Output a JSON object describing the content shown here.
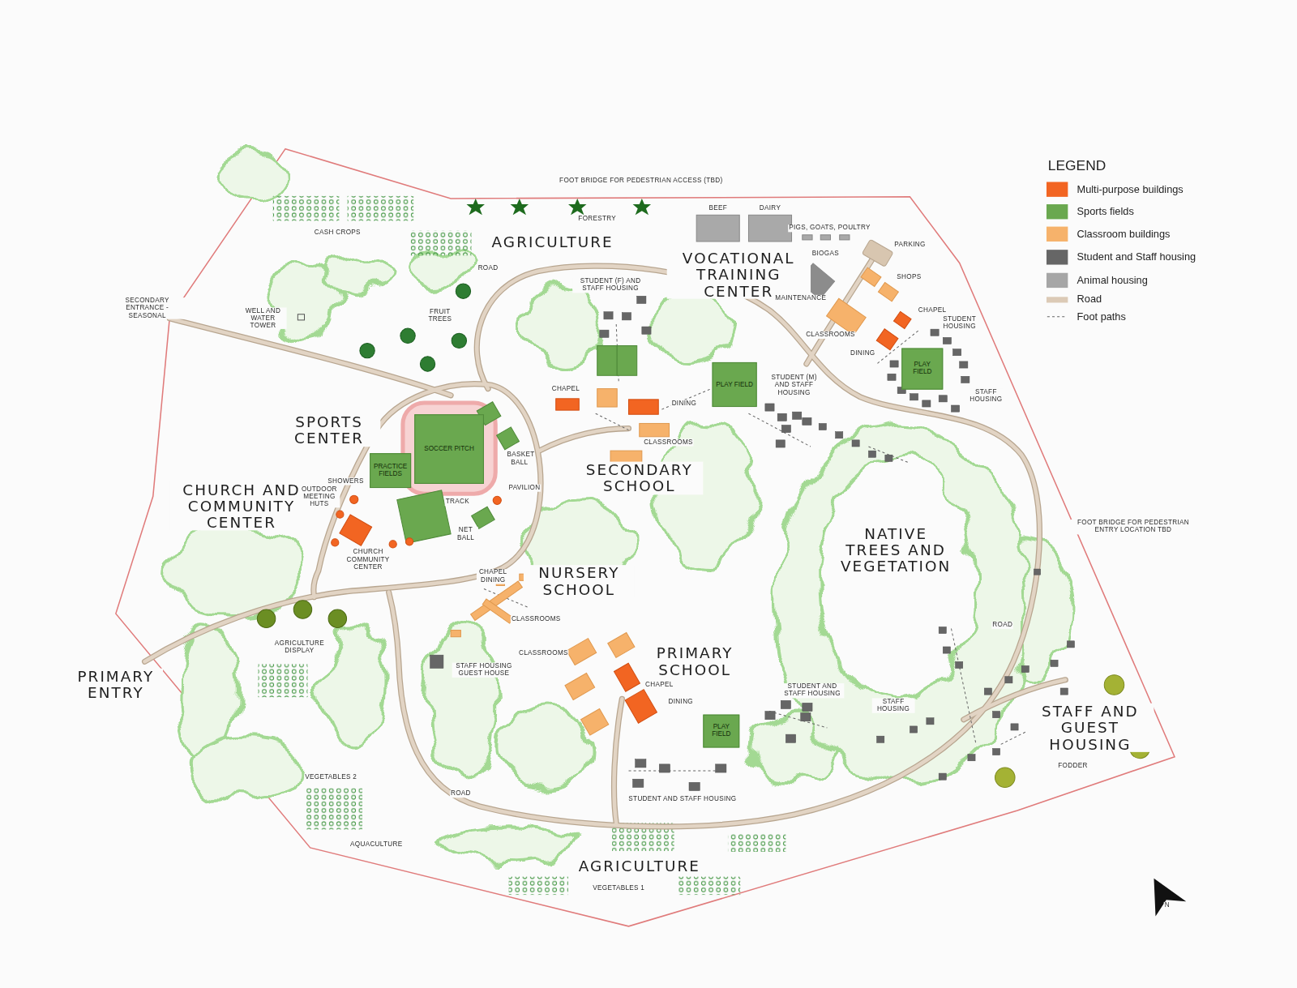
{
  "diagram": {
    "nodes": [
      {
        "text": [
          "PLAY FIELD"
        ]
      },
      {
        "text": [
          "PLAY FIELD"
        ]
      },
      {
        "text": [
          "SOCCER PITCH"
        ]
      },
      {
        "text": [
          "PRACTICE FIELDS"
        ]
      },
      {
        "text": [
          "PLAY FIELD"
        ]
      }
    ],
    "labels": [
      "LEGEND",
      "FOOT BRIDGE FOR PEDESTRIAN ACCESS (TBD)",
      "FORESTRY",
      "BEEF",
      "DAIRY",
      "PIGS, GOATS, POULTRY",
      "PARKING",
      "BIOGAS",
      "CASH CROPS",
      "AGRICULTURE",
      "VOCATIONAL TRAINING CENTER",
      "MAINTENANCE",
      "SHOPS",
      "CHAPEL",
      "STUDENT HOUSING",
      "CLASSROOMS",
      "DINING",
      "STAFF HOUSING",
      "ROAD",
      "STUDENT (F) AND STAFF HOUSING",
      "SECONDARY ENTRANCE - SEASONAL",
      "WELL AND WATER TOWER",
      "FRUIT TREES",
      "CHAPEL",
      "DINING",
      "STUDENT (M) AND STAFF HOUSING",
      "CLASSROOMS",
      "SECONDARY SCHOOL",
      "SPORTS CENTER",
      "BASKET BALL",
      "SHOWERS",
      "PAVILION",
      "TRACK",
      "NET BALL",
      "CHURCH AND COMMUNITY CENTER",
      "OUTDOOR MEETING HUTS",
      "CHURCH COMMUNITY CENTER",
      "NURSERY SCHOOL",
      "CHAPEL DINING",
      "CLASSROOMS",
      "NATIVE TREES AND VEGETATION",
      "FOOT BRIDGE FOR PEDESTRIAN ENTRY LOCATION TBD",
      "ROAD",
      "AGRICULTURE DISPLAY",
      "PRIMARY ENTRY",
      "STAFF HOUSING GUEST HOUSE",
      "CLASSROOMS",
      "PRIMARY SCHOOL",
      "CHAPEL",
      "DINING",
      "STUDENT AND STAFF HOUSING",
      "STAFF HOUSING",
      "STAFF AND GUEST HOUSING",
      "FODDER",
      "VEGETABLES 2",
      "ROAD",
      "AQUACULTURE",
      "STUDENT AND STAFF HOUSING",
      "AGRICULTURE",
      "VEGETABLES 1",
      "N"
    ],
    "legend": [
      {
        "text": "Multi-purpose buildings",
        "color": "#f26522"
      },
      {
        "text": "Sports fields",
        "color": "#6aa84f"
      },
      {
        "text": "Classroom buildings",
        "color": "#f6b26b"
      },
      {
        "text": "Student and Staff housing",
        "color": "#666666"
      },
      {
        "text": "Animal housing",
        "color": "#a6a6a6"
      },
      {
        "text": "Road",
        "color": "#dccab6"
      },
      {
        "text": "Foot paths"
      }
    ]
  }
}
